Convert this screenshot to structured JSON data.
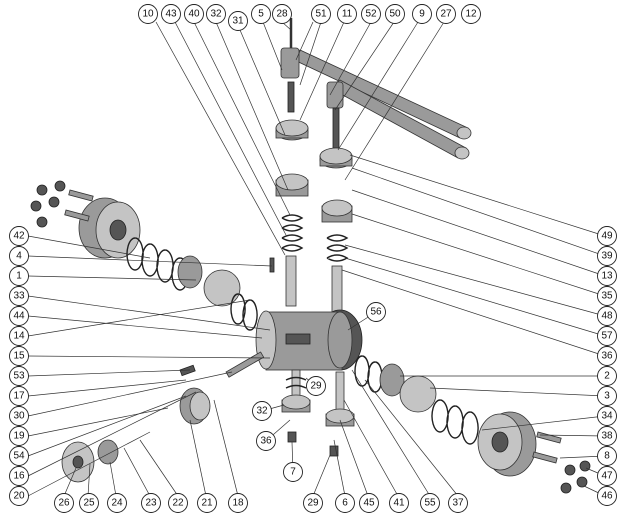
{
  "callouts": [
    {
      "id": "b10",
      "label": "10"
    },
    {
      "id": "b43",
      "label": "43"
    },
    {
      "id": "b40",
      "label": "40"
    },
    {
      "id": "b32t",
      "label": "32"
    },
    {
      "id": "b31",
      "label": "31"
    },
    {
      "id": "b5",
      "label": "5"
    },
    {
      "id": "b28",
      "label": "28"
    },
    {
      "id": "b51",
      "label": "51"
    },
    {
      "id": "b11",
      "label": "11"
    },
    {
      "id": "b52",
      "label": "52"
    },
    {
      "id": "b50",
      "label": "50"
    },
    {
      "id": "b9",
      "label": "9"
    },
    {
      "id": "b27",
      "label": "27"
    },
    {
      "id": "b12",
      "label": "12"
    },
    {
      "id": "b42",
      "label": "42"
    },
    {
      "id": "b4",
      "label": "4"
    },
    {
      "id": "b1",
      "label": "1"
    },
    {
      "id": "b33",
      "label": "33"
    },
    {
      "id": "b44",
      "label": "44"
    },
    {
      "id": "b14",
      "label": "14"
    },
    {
      "id": "b15",
      "label": "15"
    },
    {
      "id": "b53",
      "label": "53"
    },
    {
      "id": "b17",
      "label": "17"
    },
    {
      "id": "b30",
      "label": "30"
    },
    {
      "id": "b19",
      "label": "19"
    },
    {
      "id": "b54",
      "label": "54"
    },
    {
      "id": "b16",
      "label": "16"
    },
    {
      "id": "b20",
      "label": "20"
    },
    {
      "id": "b49",
      "label": "49"
    },
    {
      "id": "b39",
      "label": "39"
    },
    {
      "id": "b13",
      "label": "13"
    },
    {
      "id": "b35",
      "label": "35"
    },
    {
      "id": "b48",
      "label": "48"
    },
    {
      "id": "b57",
      "label": "57"
    },
    {
      "id": "b36r",
      "label": "36"
    },
    {
      "id": "b2",
      "label": "2"
    },
    {
      "id": "b3",
      "label": "3"
    },
    {
      "id": "b34",
      "label": "34"
    },
    {
      "id": "b38",
      "label": "38"
    },
    {
      "id": "b8",
      "label": "8"
    },
    {
      "id": "b47",
      "label": "47"
    },
    {
      "id": "b46",
      "label": "46"
    },
    {
      "id": "b26",
      "label": "26"
    },
    {
      "id": "b25",
      "label": "25"
    },
    {
      "id": "b24",
      "label": "24"
    },
    {
      "id": "b23",
      "label": "23"
    },
    {
      "id": "b22",
      "label": "22"
    },
    {
      "id": "b21",
      "label": "21"
    },
    {
      "id": "b18",
      "label": "18"
    },
    {
      "id": "b29b",
      "label": "29"
    },
    {
      "id": "b6",
      "label": "6"
    },
    {
      "id": "b45",
      "label": "45"
    },
    {
      "id": "b41",
      "label": "41"
    },
    {
      "id": "b55",
      "label": "55"
    },
    {
      "id": "b37",
      "label": "37"
    },
    {
      "id": "b56",
      "label": "56"
    },
    {
      "id": "b29m",
      "label": "29"
    },
    {
      "id": "b32m",
      "label": "32"
    },
    {
      "id": "b36m",
      "label": "36"
    },
    {
      "id": "b7",
      "label": "7"
    }
  ]
}
